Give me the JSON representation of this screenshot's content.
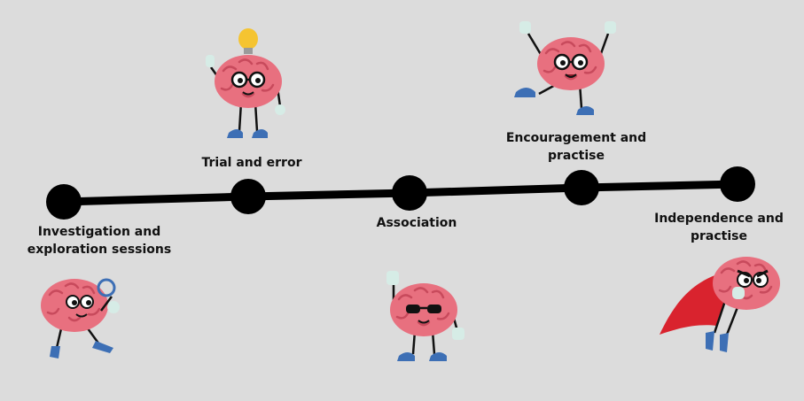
{
  "timeline": {
    "milestones": [
      {
        "line1": "Investigation and",
        "line2": "exploration sessions",
        "character": "brain-with-magnifying-glass"
      },
      {
        "line1": "Trial and error",
        "line2": "",
        "character": "brain-with-lightbulb"
      },
      {
        "line1": "Association",
        "line2": "",
        "character": "brain-with-sunglasses"
      },
      {
        "line1": "Encouragement and",
        "line2": "practise",
        "character": "brain-jumping-arms-up"
      },
      {
        "line1": "Independence and",
        "line2": "practise",
        "character": "superhero-brain-with-cape"
      }
    ]
  },
  "colors": {
    "background": "#dcdcdc",
    "line": "#000000",
    "brain": "#e8707f",
    "brain_dark": "#c84a5c",
    "shoe": "#3d6fb5",
    "glove": "#d6ece6",
    "cape": "#d9232e",
    "bulb": "#f5c431"
  }
}
